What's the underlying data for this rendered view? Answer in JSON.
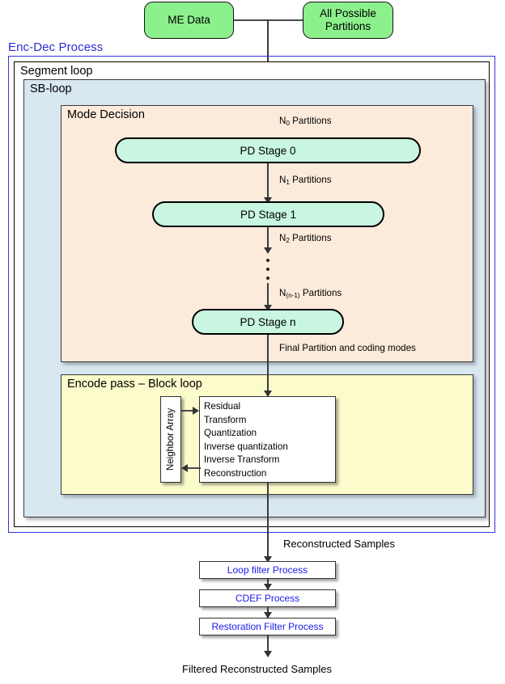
{
  "diagram": {
    "title": "Enc-Dec Process",
    "inputs": {
      "me_data": "ME Data",
      "all_partitions": "All Possible\nPartitions"
    },
    "containers": {
      "encdec": "Enc-Dec Process",
      "segment_loop": "Segment loop",
      "sb_loop": "SB-loop",
      "mode_decision": "Mode Decision",
      "encode_pass": "Encode pass – Block loop"
    },
    "pd_stages": [
      {
        "label": "PD Stage 0"
      },
      {
        "label": "PD Stage 1"
      },
      {
        "label": "PD Stage n"
      }
    ],
    "edge_labels": {
      "n0": "N",
      "n0_sub": "0",
      "n0_tail": " Partitions",
      "n1": "N",
      "n1_sub": "1",
      "n1_tail": " Partitions",
      "n2": "N",
      "n2_sub": "2",
      "n2_tail": " Partitions",
      "nn1": "N",
      "nn1_sub": "(n-1)",
      "nn1_tail": " Partitions",
      "final_partition": "Final Partition and coding modes",
      "reconstructed_samples": "Reconstructed Samples",
      "filtered_reconstructed_samples": "Filtered Reconstructed Samples"
    },
    "neighbor_array": "Neighbor Array",
    "block_loop_steps": [
      "Residual",
      "Transform",
      "Quantization",
      "Inverse quantization",
      "Inverse Transform",
      "Reconstruction"
    ],
    "filter_processes": [
      {
        "label": "Loop filter Process"
      },
      {
        "label": "CDEF Process"
      },
      {
        "label": "Restoration Filter Process"
      }
    ],
    "colors": {
      "encdec_border": "#3333dd",
      "encdec_title": "#2b2bd6",
      "sb_loop_fill": "#d9e7f1",
      "mode_decision_fill": "#fcebdb",
      "encode_pass_fill": "#fbfbcc",
      "terminal_fill": "#8cf08c",
      "pd_stage_fill": "#c8f6e0",
      "filter_text": "#1a1aee",
      "connector": "#3b3b3b"
    }
  }
}
